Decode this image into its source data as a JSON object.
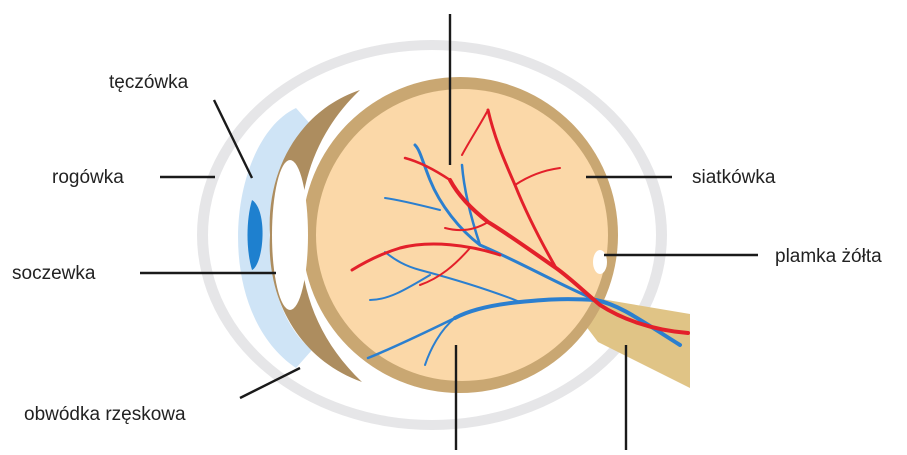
{
  "diagram": {
    "labels": {
      "iris": "tęczówka",
      "cornea": "rogówka",
      "lens": "soczewka",
      "ciliary_body": "obwódka rzęskowa",
      "retina": "siatkówka",
      "macula": "plamka żółta"
    },
    "colors": {
      "sclera_outline": "#e6e6e8",
      "choroid": "#c9a772",
      "vitreous": "#fbd8a8",
      "ciliary": "#ad8d5f",
      "cornea": "#cfe4f6",
      "iris": "#1e80cf",
      "lens": "#ffffff",
      "optic_nerve": "#e0c486",
      "artery": "#e3202a",
      "vein": "#2b7fcf"
    }
  }
}
